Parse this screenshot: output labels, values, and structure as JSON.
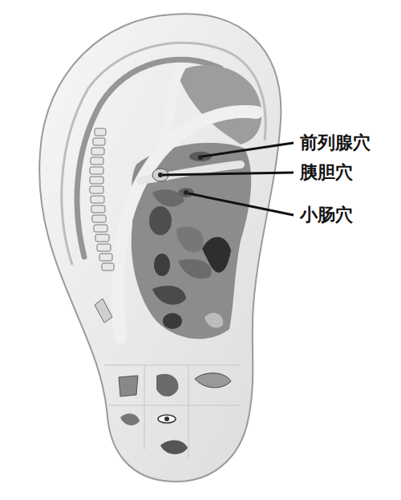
{
  "diagram": {
    "labels": [
      "前列腺穴",
      "胰胆穴",
      "小肠穴"
    ]
  }
}
